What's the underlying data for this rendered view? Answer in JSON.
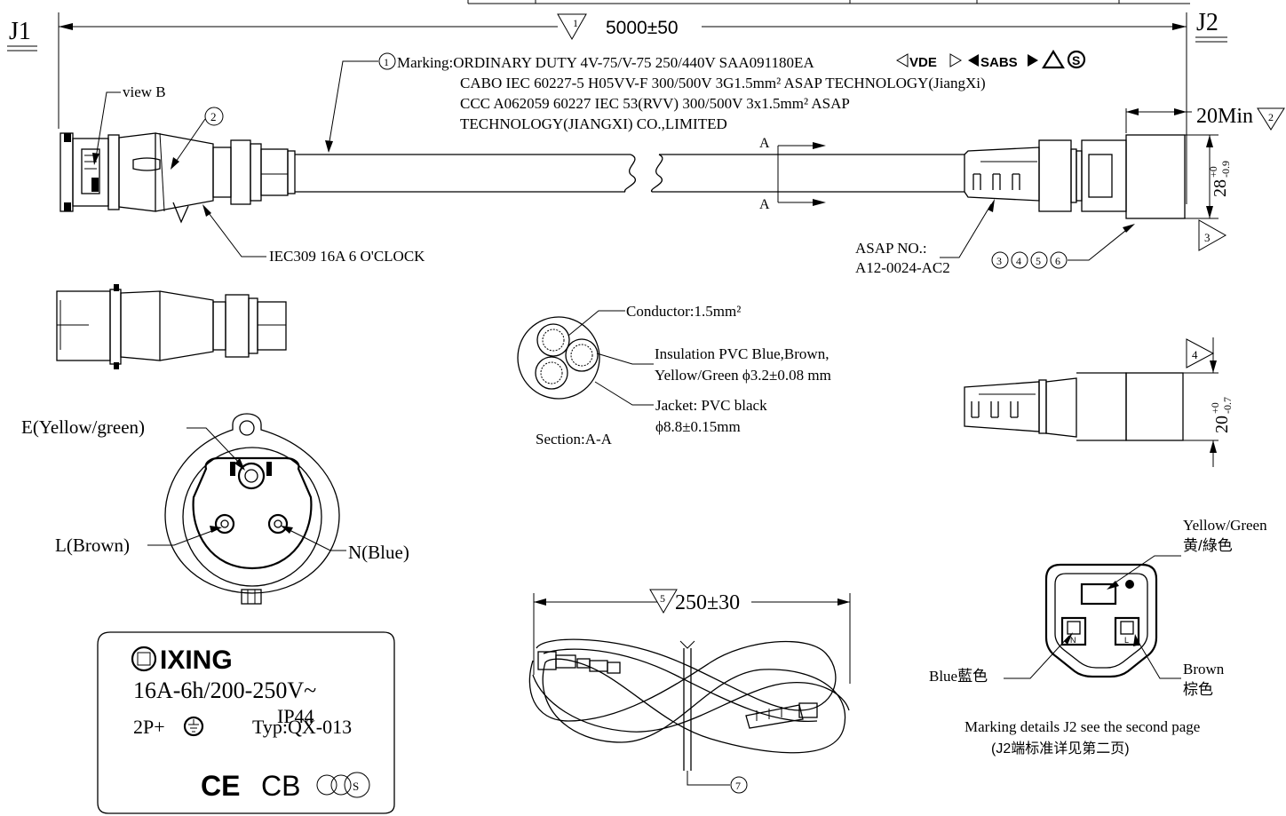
{
  "labels": {
    "j1": "J1",
    "j2": "J2",
    "length": "5000±50",
    "marker1": "1",
    "marker2": "2",
    "marker3": "3",
    "marker4": "4",
    "marker5": "5",
    "marker7": "7",
    "marking_line1": "Marking:ORDINARY DUTY 4V-75/V-75 250/440V  SAA091180EA",
    "marking_vde": "VDE",
    "marking_sabs": "SABS",
    "marking_line2": "CABO IEC 60227-5 H05VV-F 300/500V 3G1.5mm²   ASAP TECHNOLOGY(JiangXi)",
    "marking_line3": "CCC  A062059  60227  IEC 53(RVV) 300/500V 3x1.5mm² ASAP",
    "marking_line4": "TECHNOLOGY(JIANGXI) CO.,LIMITED",
    "view_b": "view B",
    "iec309": "IEC309 16A 6 O'CLOCK",
    "section_a": "A",
    "min20": "20Min",
    "dim28": "28",
    "dim28_tol_upper": "+0",
    "dim28_tol_lower": "-0.9",
    "asap_no": "ASAP NO.:",
    "asap_code": "A12-0024-AC2",
    "callouts_3456": "3456",
    "conductor": "Conductor:1.5mm²",
    "insulation_line1": "Insulation  PVC  Blue,Brown,",
    "insulation_line2": "Yellow/Green  ϕ3.2±0.08 mm",
    "jacket_line1": "Jacket: PVC black",
    "jacket_line2": "ϕ8.8±0.15mm",
    "section_label": "Section:A-A",
    "dim20": "20",
    "dim20_tol_upper": "+0",
    "dim20_tol_lower": "-0.7",
    "earth_pin": "E(Yellow/green)",
    "live_pin": "L(Brown)",
    "neutral_pin": "N(Blue)",
    "yellow_green_en": "Yellow/Green",
    "yellow_green_cn": "黄/綠色",
    "blue_label": "Blue藍色",
    "brown_en": "Brown",
    "brown_cn": "棕色",
    "pin_n": "N",
    "pin_l": "L",
    "marking_note_en": "Marking  details J2 see the second page",
    "marking_note_cn": "(J2端标准详见第二页)",
    "coil_length": "250±30",
    "brand": "IXING",
    "rating": "16A-6h/200-250V~",
    "poles": "2P+",
    "ip_rating": "IP44",
    "type_code": "Typ:QX-013",
    "ce_mark": "CE",
    "cb_mark": "CB",
    "ccc_s": "S"
  }
}
